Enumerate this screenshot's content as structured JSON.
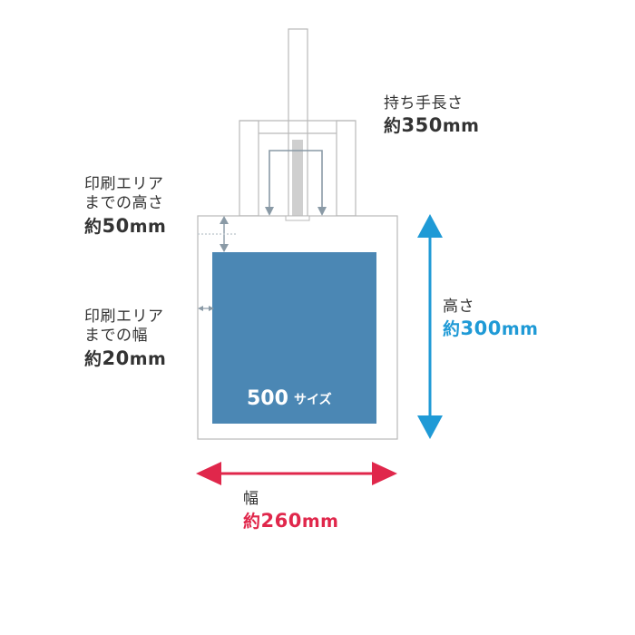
{
  "handle_length": {
    "title": "持ち手長さ",
    "prefix": "約",
    "value": "350",
    "unit": "mm"
  },
  "print_top": {
    "line1": "印刷エリア",
    "line2": "までの高さ",
    "prefix": "約",
    "value": "50",
    "unit": "mm"
  },
  "print_side": {
    "line1": "印刷エリア",
    "line2": "までの幅",
    "prefix": "約",
    "value": "20",
    "unit": "mm"
  },
  "height": {
    "title": "高さ",
    "prefix": "約",
    "value": "300",
    "unit": "mm",
    "color": "#1f9ad6"
  },
  "width": {
    "title": "幅",
    "prefix": "約",
    "value": "260",
    "unit": "mm",
    "color": "#e0274b"
  },
  "print_area": {
    "number": "500",
    "label": "サイズ",
    "color": "#4b87b4"
  },
  "colors": {
    "outline": "#b9b9b9",
    "dim_arrow": "#8a9aa6",
    "handle_fill": "#cfcfcf"
  }
}
